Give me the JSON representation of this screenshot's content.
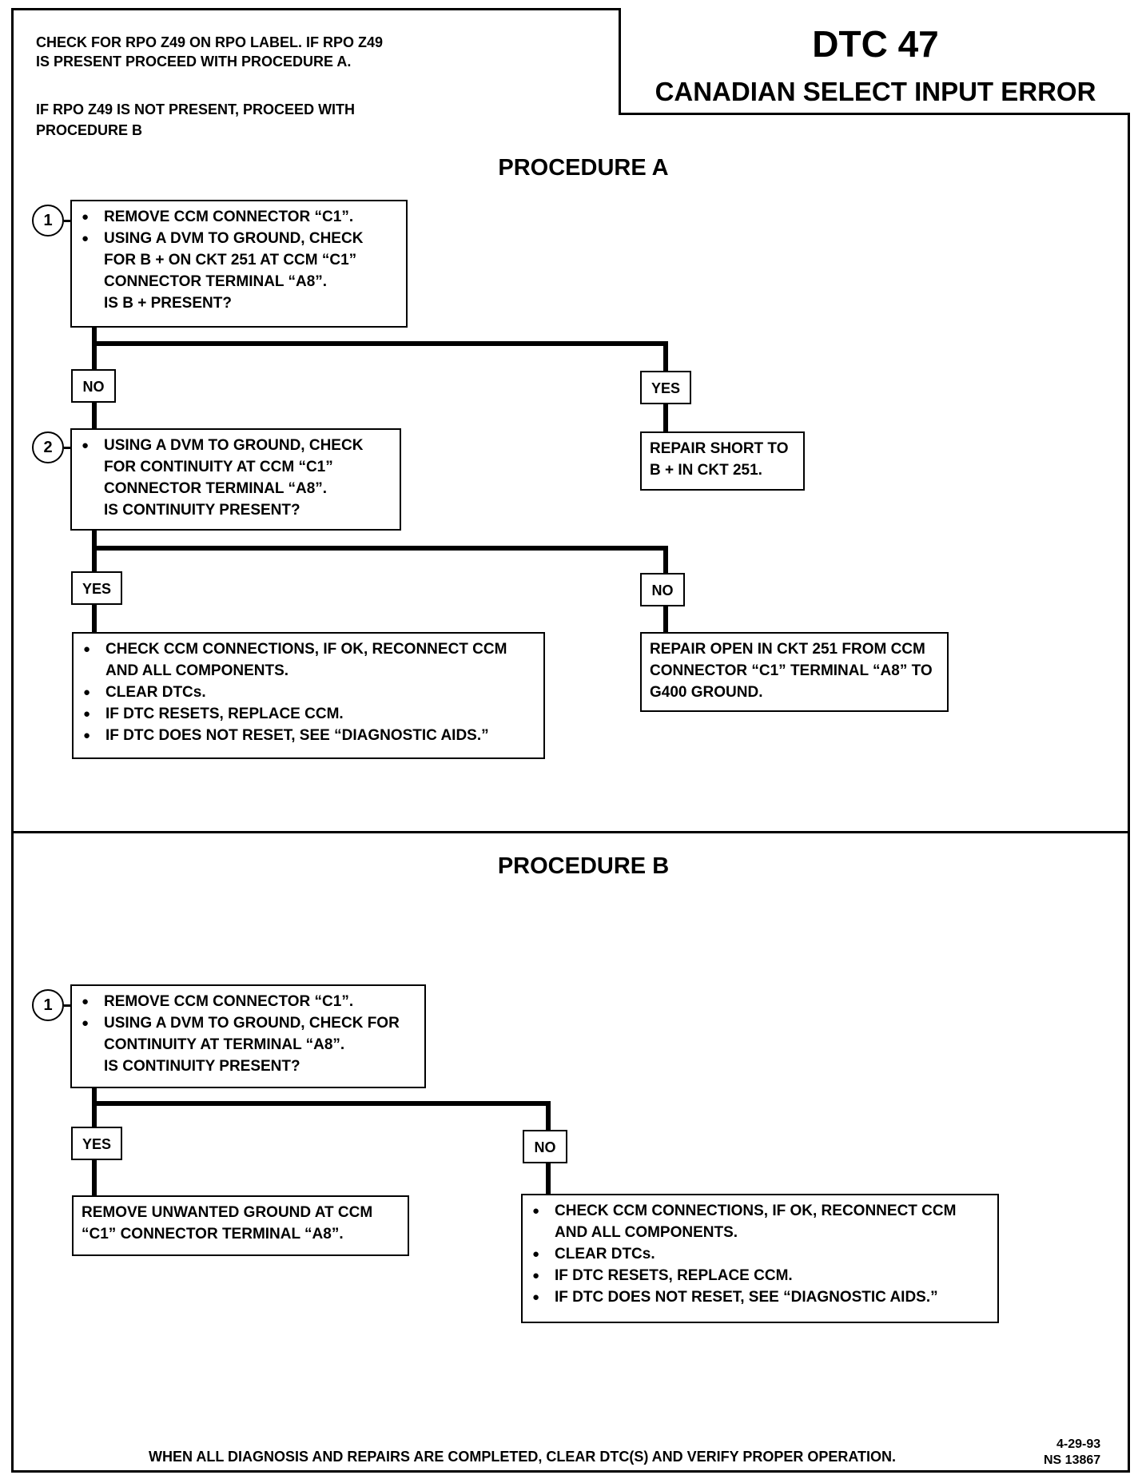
{
  "header": {
    "instructions": [
      "CHECK FOR RPO Z49 ON RPO LABEL.  IF RPO Z49",
      "IS PRESENT PROCEED WITH PROCEDURE A.",
      "IF RPO Z49 IS NOT PRESENT, PROCEED WITH",
      "PROCEDURE B"
    ],
    "dtc_code": "DTC 47",
    "dtc_title": "CANADIAN SELECT INPUT ERROR"
  },
  "procedure_a": {
    "title": "PROCEDURE A",
    "step1": {
      "number": "1",
      "bullets": [
        "REMOVE  CCM CONNECTOR “C1”.",
        "USING A DVM TO GROUND, CHECK FOR B +  ON CKT 251 AT CCM “C1” CONNECTOR TERMINAL “A8”."
      ],
      "question": "IS B + PRESENT?"
    },
    "step1_no": "NO",
    "step1_yes": "YES",
    "yes_action": "REPAIR SHORT TO B + IN CKT 251.",
    "step2": {
      "number": "2",
      "bullets": [
        "USING A DVM TO GROUND, CHECK FOR CONTINUITY AT CCM “C1” CONNECTOR TERMINAL “A8”."
      ],
      "question": "IS CONTINUITY PRESENT?"
    },
    "step2_yes": "YES",
    "step2_no": "NO",
    "yes_result": [
      "CHECK CCM CONNECTIONS, IF OK, RECONNECT CCM AND ALL COMPONENTS.",
      "CLEAR DTCs.",
      "IF DTC RESETS, REPLACE CCM.",
      "IF DTC DOES NOT RESET, SEE “DIAGNOSTIC AIDS.”"
    ],
    "no_result": "REPAIR OPEN IN CKT 251 FROM CCM CONNECTOR “C1” TERMINAL “A8” TO G400 GROUND."
  },
  "procedure_b": {
    "title": "PROCEDURE B",
    "step1": {
      "number": "1",
      "bullets": [
        "REMOVE CCM CONNECTOR “C1”.",
        "USING A DVM TO GROUND, CHECK FOR CONTINUITY AT TERMINAL “A8”."
      ],
      "question": "IS CONTINUITY PRESENT?"
    },
    "step1_yes": "YES",
    "step1_no": "NO",
    "yes_result": "REMOVE UNWANTED GROUND AT CCM “C1” CONNECTOR TERMINAL “A8”.",
    "no_result": [
      "CHECK CCM CONNECTIONS, IF OK, RECONNECT CCM AND ALL COMPONENTS.",
      "CLEAR DTCs.",
      "IF DTC RESETS, REPLACE CCM.",
      "IF DTC DOES NOT RESET, SEE “DIAGNOSTIC AIDS.”"
    ]
  },
  "footer": {
    "note": "WHEN ALL DIAGNOSIS AND REPAIRS ARE COMPLETED, CLEAR DTC(s) AND VERIFY PROPER OPERATION.",
    "date": "4-29-93",
    "doc_number": "NS 13867"
  }
}
